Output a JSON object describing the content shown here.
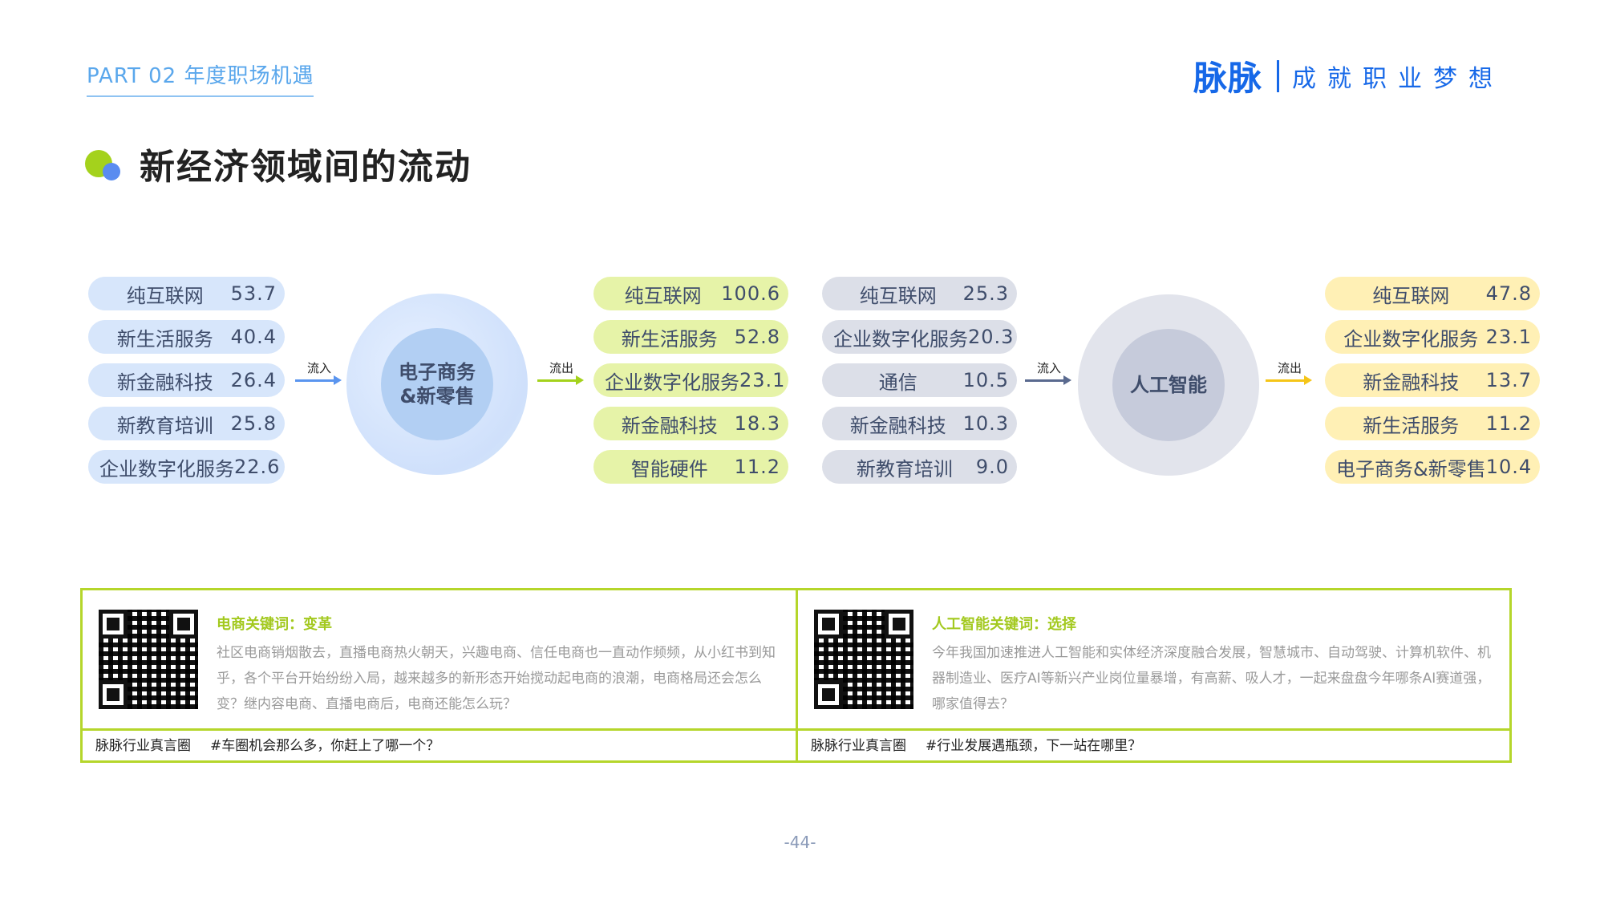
{
  "header": {
    "part_label": "PART 02 年度职场机遇",
    "brand_logo": "脉脉",
    "brand_slogan": "成就职业梦想"
  },
  "section_title": "新经济领域间的流动",
  "flow_ecommerce": {
    "center_line1": "电子商务",
    "center_line2": "&新零售",
    "inflow_label": "流入",
    "outflow_label": "流出",
    "inflow": [
      {
        "name": "纯互联网",
        "value": "53.7"
      },
      {
        "name": "新生活服务",
        "value": "40.4"
      },
      {
        "name": "新金融科技",
        "value": "26.4"
      },
      {
        "name": "新教育培训",
        "value": "25.8"
      },
      {
        "name": "企业数字化服务",
        "value": "22.6"
      }
    ],
    "outflow": [
      {
        "name": "纯互联网",
        "value": "100.6"
      },
      {
        "name": "新生活服务",
        "value": "52.8"
      },
      {
        "name": "企业数字化服务",
        "value": "23.1"
      },
      {
        "name": "新金融科技",
        "value": "18.3"
      },
      {
        "name": "智能硬件",
        "value": "11.2"
      }
    ],
    "colors": {
      "inflow": "#d7e6fb",
      "outflow": "#e6f3a8",
      "in_arrow": "#5a95ef",
      "out_arrow": "#a4d21c"
    }
  },
  "flow_ai": {
    "center_line1": "人工智能",
    "inflow_label": "流入",
    "outflow_label": "流出",
    "inflow": [
      {
        "name": "纯互联网",
        "value": "25.3"
      },
      {
        "name": "企业数字化服务",
        "value": "20.3"
      },
      {
        "name": "通信",
        "value": "10.5"
      },
      {
        "name": "新金融科技",
        "value": "10.3"
      },
      {
        "name": "新教育培训",
        "value": "9.0"
      }
    ],
    "outflow": [
      {
        "name": "纯互联网",
        "value": "47.8"
      },
      {
        "name": "企业数字化服务",
        "value": "23.1"
      },
      {
        "name": "新金融科技",
        "value": "13.7"
      },
      {
        "name": "新生活服务",
        "value": "11.2"
      },
      {
        "name": "电子商务&新零售",
        "value": "10.4"
      }
    ],
    "colors": {
      "inflow": "#dcdfe8",
      "outflow": "#fff0b5",
      "in_arrow": "#5a6a8f",
      "out_arrow": "#f5c518"
    }
  },
  "info_left": {
    "heading": "电商关键词：变革",
    "body": "社区电商销烟散去，直播电商热火朝天，兴趣电商、信任电商也一直动作频频，从小红书到知乎，各个平台开始纷纷入局，越来越多的新形态开始搅动起电商的浪潮，电商格局还会怎么变？继内容电商、直播电商后，电商还能怎么玩？",
    "circle_name": "脉脉行业真言圈",
    "hashtag": "#车圈机会那么多，你赶上了哪一个？",
    "qr_icon": "qr-code-icon"
  },
  "info_right": {
    "heading": "人工智能关键词：选择",
    "body": "今年我国加速推进人工智能和实体经济深度融合发展，智慧城市、自动驾驶、计算机软件、机器制造业、医疗AI等新兴产业岗位量暴增，有高薪、吸人才，一起来盘盘今年哪条AI赛道强，哪家值得去？",
    "circle_name": "脉脉行业真言圈",
    "hashtag": "#行业发展遇瓶颈，下一站在哪里？",
    "qr_icon": "qr-code-icon"
  },
  "page_number": "-44-"
}
